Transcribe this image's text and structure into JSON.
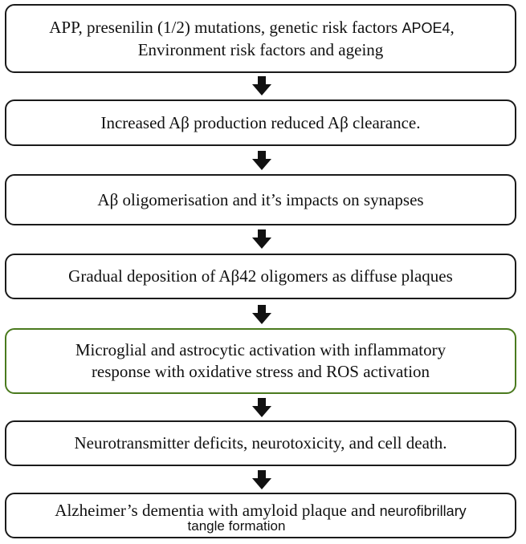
{
  "diagram": {
    "type": "flowchart",
    "direction": "top-to-bottom",
    "arrow_icon": "down-arrow-icon",
    "colors": {
      "box_border": "#1a1a1a",
      "highlight_border": "#4a7a1e",
      "arrow": "#111111"
    },
    "steps": [
      {
        "id": "step-1",
        "lines": [
          "APP, presenilin (1/2) mutations, genetic risk factors ",
          "APOE4",
          ",",
          "Environment risk factors and ageing"
        ],
        "text": "APP, presenilin (1/2) mutations, genetic risk factors APOE4, Environment risk factors and ageing"
      },
      {
        "id": "step-2",
        "text": "Increased Aβ production reduced Aβ clearance."
      },
      {
        "id": "step-3",
        "text": "Aβ oligomerisation and it’s impacts on synapses"
      },
      {
        "id": "step-4",
        "text": "Gradual deposition of Aβ42 oligomers as diffuse plaques"
      },
      {
        "id": "step-5",
        "highlighted": true,
        "lines": [
          "Microglial and astrocytic activation with inflammatory",
          "response with oxidative stress and ROS activation"
        ]
      },
      {
        "id": "step-6",
        "text": "Neurotransmitter deficits, neurotoxicity, and cell death."
      },
      {
        "id": "step-7",
        "lines": [
          "Alzheimer’s dementia with amyloid plaque and ",
          "neurofibrillary",
          "tangle formation"
        ]
      }
    ]
  }
}
